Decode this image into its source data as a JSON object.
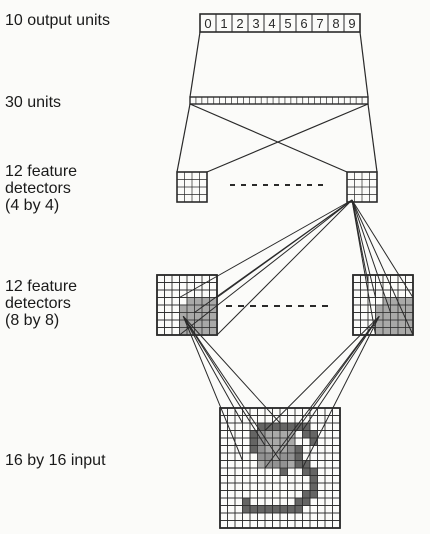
{
  "labels": {
    "output": "10 output units",
    "hidden": "30 units",
    "fd44": [
      "12 feature",
      "detectors",
      "(4 by 4)"
    ],
    "fd88": [
      "12 feature",
      "detectors",
      "(8 by 8)"
    ],
    "input": "16 by 16 input"
  },
  "output_digits": [
    "0",
    "1",
    "2",
    "3",
    "4",
    "5",
    "6",
    "7",
    "8",
    "9"
  ],
  "colors": {
    "ink": "#2a2a2a",
    "paper": "#fbfbf9",
    "shade": "#9a9a9a",
    "dark": "#4a4a4a"
  }
}
